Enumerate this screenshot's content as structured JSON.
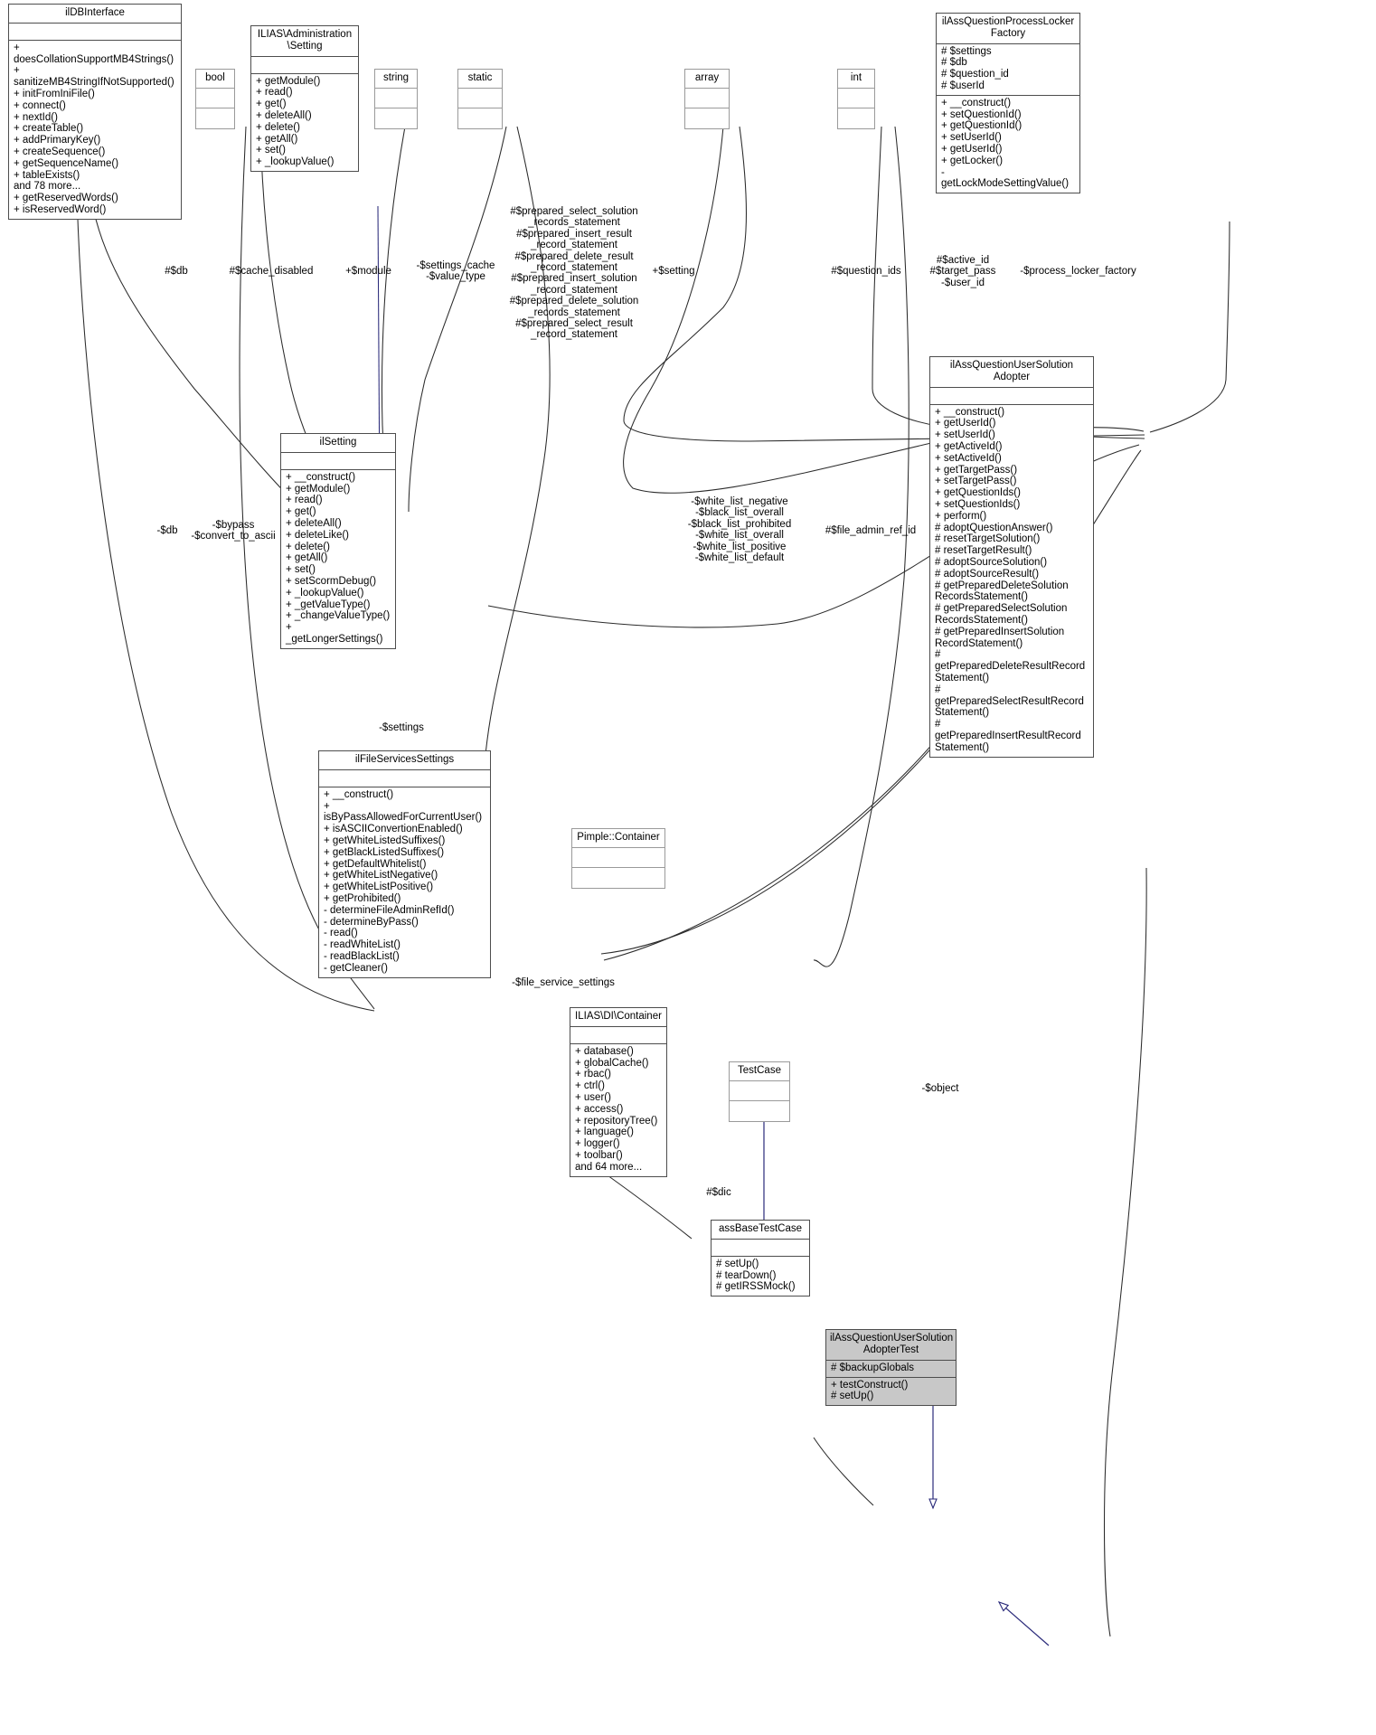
{
  "diagram": {
    "kind": "uml-class-collaboration-diagram",
    "title_class": "ilAssQuestionUserSolutionAdopterTest"
  },
  "classes": [
    {
      "id": "ilDBInterface",
      "name": "ilDBInterface",
      "attrs": [],
      "ops": [
        "+ doesCollationSupportMB4Strings()",
        "+ sanitizeMB4StringIfNotSupported()",
        "+ initFromIniFile()",
        "+ connect()",
        "+ nextId()",
        "+ createTable()",
        "+ addPrimaryKey()",
        "+ createSequence()",
        "+ getSequenceName()",
        "+ tableExists()",
        "and 78 more...",
        "+ getReservedWords()",
        "+ isReservedWord()"
      ]
    },
    {
      "id": "bool",
      "name": "bool",
      "attrs": [],
      "ops": []
    },
    {
      "id": "ILIASAdministrationSetting",
      "name": "ILIAS\\Administration\n\\Setting",
      "attrs": [],
      "ops": [
        "+ getModule()",
        "+ read()",
        "+ get()",
        "+ deleteAll()",
        "+ delete()",
        "+ getAll()",
        "+ set()",
        "+ _lookupValue()"
      ]
    },
    {
      "id": "string",
      "name": "string",
      "attrs": [],
      "ops": []
    },
    {
      "id": "static",
      "name": "static",
      "attrs": [],
      "ops": []
    },
    {
      "id": "array",
      "name": "array",
      "attrs": [],
      "ops": []
    },
    {
      "id": "int",
      "name": "int",
      "attrs": [],
      "ops": []
    },
    {
      "id": "ilAssQuestionProcessLockerFactory",
      "name": "ilAssQuestionProcessLocker\nFactory",
      "attrs": [
        "# $settings",
        "# $db",
        "# $question_id",
        "# $userId"
      ],
      "ops": [
        "+ __construct()",
        "+ setQuestionId()",
        "+ getQuestionId()",
        "+ setUserId()",
        "+ getUserId()",
        "+ getLocker()",
        "- getLockModeSettingValue()"
      ]
    },
    {
      "id": "ilSetting",
      "name": "ilSetting",
      "attrs": [],
      "ops": [
        "+ __construct()",
        "+ getModule()",
        "+ read()",
        "+ get()",
        "+ deleteAll()",
        "+ deleteLike()",
        "+ delete()",
        "+ getAll()",
        "+ set()",
        "+ setScormDebug()",
        "+ _lookupValue()",
        "+ _getValueType()",
        "+ _changeValueType()",
        "+ _getLongerSettings()"
      ]
    },
    {
      "id": "ilAssQuestionUserSolutionAdopter",
      "name": "ilAssQuestionUserSolution\nAdopter",
      "attrs": [],
      "ops": [
        "+ __construct()",
        "+ getUserId()",
        "+ setUserId()",
        "+ getActiveId()",
        "+ setActiveId()",
        "+ getTargetPass()",
        "+ setTargetPass()",
        "+ getQuestionIds()",
        "+ setQuestionIds()",
        "+ perform()",
        "# adoptQuestionAnswer()",
        "# resetTargetSolution()",
        "# resetTargetResult()",
        "# adoptSourceSolution()",
        "# adoptSourceResult()",
        "# getPreparedDeleteSolution\nRecordsStatement()",
        "# getPreparedSelectSolution\nRecordsStatement()",
        "# getPreparedInsertSolution\nRecordStatement()",
        "# getPreparedDeleteResultRecord\nStatement()",
        "# getPreparedSelectResultRecord\nStatement()",
        "# getPreparedInsertResultRecord\nStatement()"
      ]
    },
    {
      "id": "ilFileServicesSettings",
      "name": "ilFileServicesSettings",
      "attrs": [],
      "ops": [
        "+ __construct()",
        "+ isByPassAllowedForCurrentUser()",
        "+ isASCIIConvertionEnabled()",
        "+ getWhiteListedSuffixes()",
        "+ getBlackListedSuffixes()",
        "+ getDefaultWhitelist()",
        "+ getWhiteListNegative()",
        "+ getWhiteListPositive()",
        "+ getProhibited()",
        "- determineFileAdminRefId()",
        "- determineByPass()",
        "- read()",
        "- readWhiteList()",
        "- readBlackList()",
        "- getCleaner()"
      ]
    },
    {
      "id": "PimpleContainer",
      "name": "Pimple::Container",
      "attrs": [],
      "ops": []
    },
    {
      "id": "ILIASDIContainer",
      "name": "ILIAS\\DI\\Container",
      "attrs": [],
      "ops": [
        "+ database()",
        "+ globalCache()",
        "+ rbac()",
        "+ ctrl()",
        "+ user()",
        "+ access()",
        "+ repositoryTree()",
        "+ language()",
        "+ logger()",
        "+ toolbar()",
        "and 64 more..."
      ]
    },
    {
      "id": "TestCase",
      "name": "TestCase",
      "attrs": [],
      "ops": []
    },
    {
      "id": "assBaseTestCase",
      "name": "assBaseTestCase",
      "attrs": [],
      "ops": [
        "# setUp()",
        "# tearDown()",
        "# getIRSSMock()"
      ]
    },
    {
      "id": "ilAssQuestionUserSolutionAdopterTest",
      "name": "ilAssQuestionUserSolution\nAdopterTest",
      "attrs": [
        "# $backupGlobals"
      ],
      "ops": [
        "+ testConstruct()",
        "# setUp()"
      ]
    }
  ],
  "edge_labels": [
    {
      "id": "db1",
      "text": "#$db"
    },
    {
      "id": "cache_disabled",
      "text": "#$cache_disabled"
    },
    {
      "id": "module",
      "text": "+$module"
    },
    {
      "id": "settings_cache",
      "text": "-$settings_cache\n-$value_type"
    },
    {
      "id": "prepared_statements",
      "text": "#$prepared_select_solution\n_records_statement\n#$prepared_insert_result\n_record_statement\n#$prepared_delete_result\n_record_statement\n#$prepared_insert_solution\n_record_statement\n#$prepared_delete_solution\n_records_statement\n#$prepared_select_result\n_record_statement"
    },
    {
      "id": "setting",
      "text": "+$setting"
    },
    {
      "id": "question_ids",
      "text": "#$question_ids"
    },
    {
      "id": "active_id",
      "text": "#$active_id\n#$target_pass\n-$user_id"
    },
    {
      "id": "process_locker_factory",
      "text": "-$process_locker_factory"
    },
    {
      "id": "db2",
      "text": "-$db"
    },
    {
      "id": "bypass",
      "text": "-$bypass\n-$convert_to_ascii"
    },
    {
      "id": "white_lists",
      "text": "-$white_list_negative\n-$black_list_overall\n-$black_list_prohibited\n-$white_list_overall\n-$white_list_positive\n-$white_list_default"
    },
    {
      "id": "file_admin_ref_id",
      "text": "#$file_admin_ref_id"
    },
    {
      "id": "settings_edge",
      "text": "-$settings"
    },
    {
      "id": "file_service_settings",
      "text": "-$file_service_settings"
    },
    {
      "id": "dic",
      "text": "#$dic"
    },
    {
      "id": "object",
      "text": "-$object"
    }
  ],
  "colors": {
    "box_border": "#4d4d4d",
    "box_fill": "#ffffff",
    "highlight_fill": "#c8c8c8",
    "assoc_edge": "#2b2b2b",
    "inherit_edge": "#2a2a7a"
  }
}
